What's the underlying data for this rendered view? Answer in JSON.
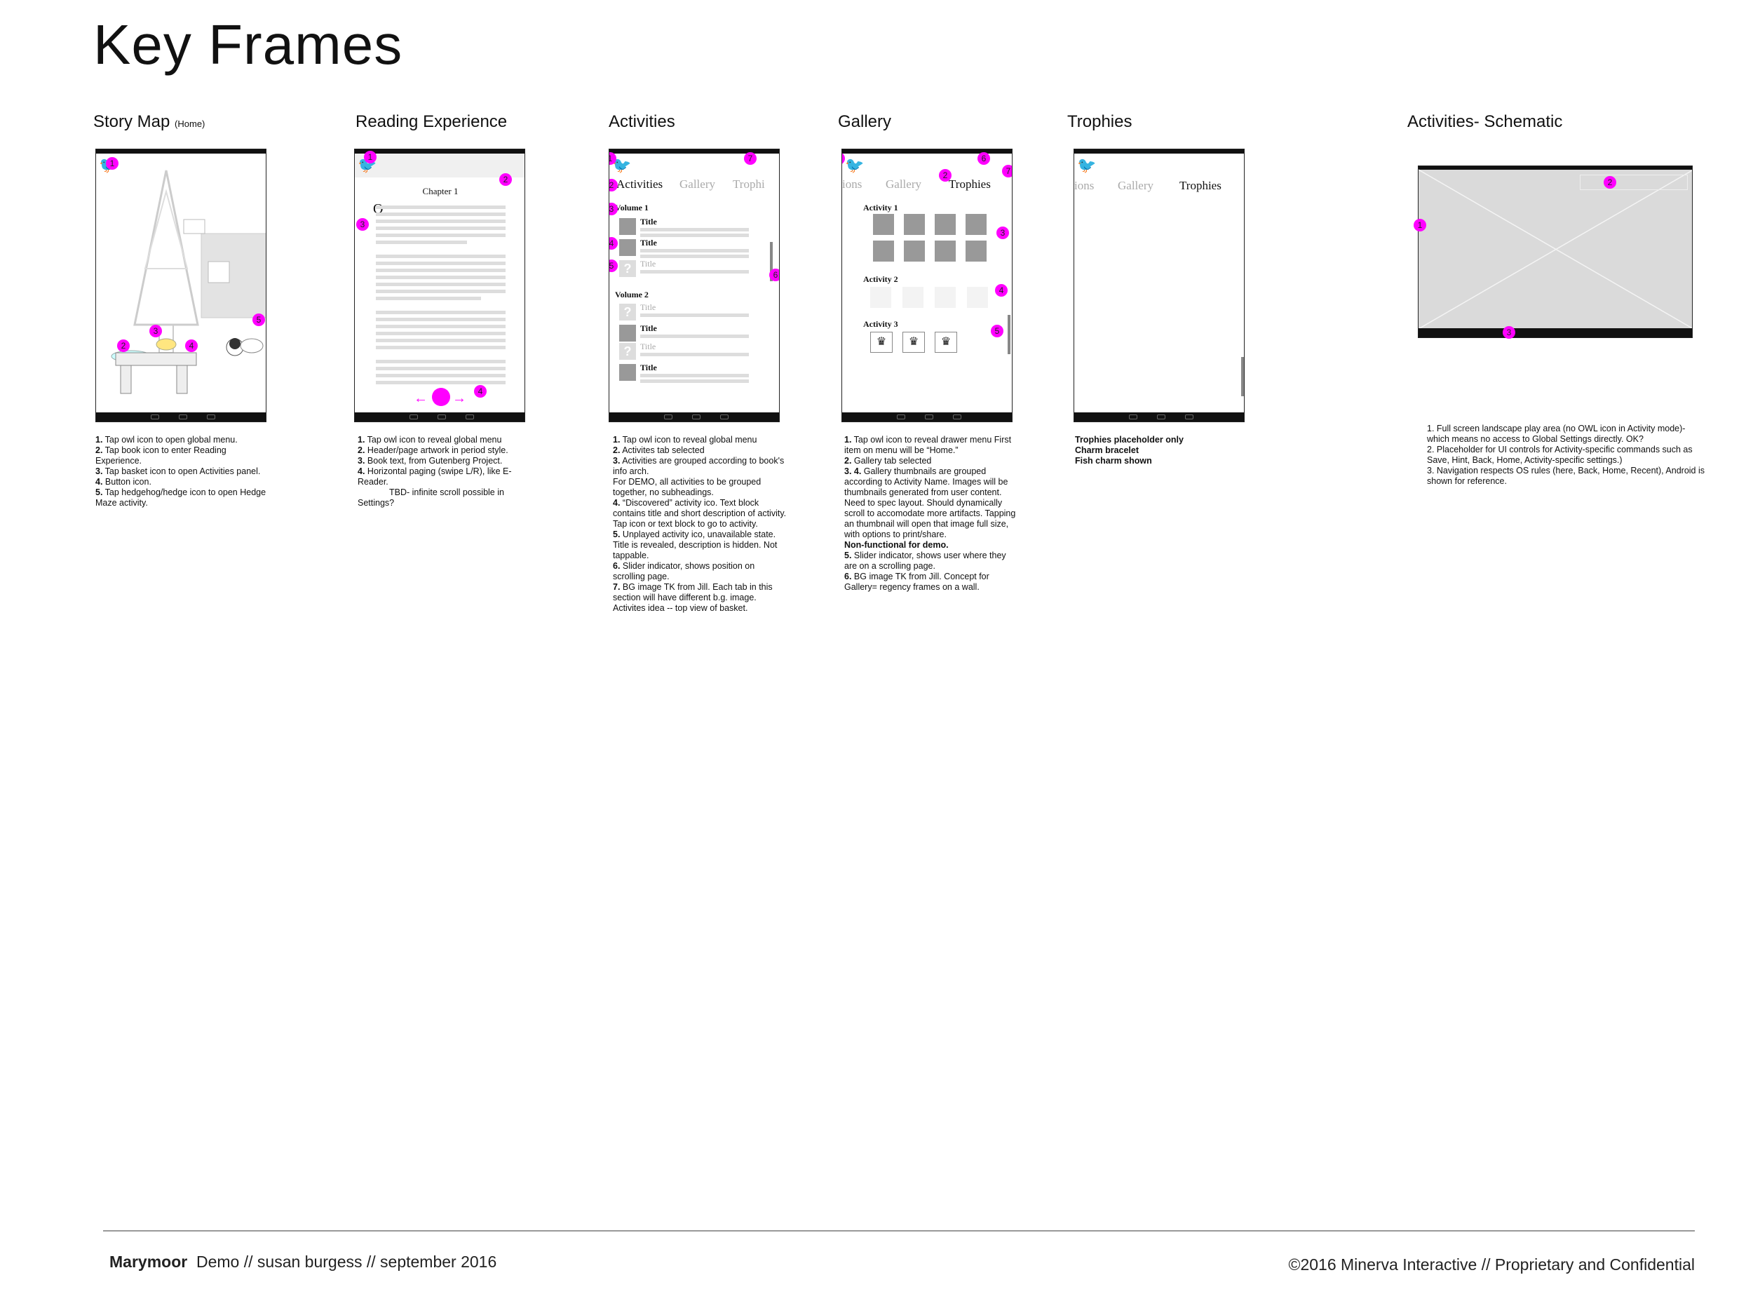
{
  "page_title": "Key Frames",
  "frames": [
    {
      "title": "Story Map",
      "subtitle": "(Home)"
    },
    {
      "title": "Reading Experience"
    },
    {
      "title": "Activities"
    },
    {
      "title": "Gallery"
    },
    {
      "title": "Trophies"
    },
    {
      "title": "Activities- Schematic"
    }
  ],
  "reading": {
    "chapter": "Chapter 1",
    "dropcap": "O"
  },
  "activities_screen": {
    "tabs": [
      "Activities",
      "Gallery",
      "Trophi"
    ],
    "volume1": "Volume 1",
    "volume2": "Volume 2",
    "item_title": "Title"
  },
  "gallery_screen": {
    "tabs": [
      "ions",
      "Gallery",
      "Trophies"
    ],
    "activity1": "Activity 1",
    "activity2": "Activity 2",
    "activity3": "Activity 3"
  },
  "trophies_screen": {
    "tabs": [
      "ions",
      "Gallery",
      "Trophies"
    ]
  },
  "notes": {
    "story_map": [
      {
        "n": "1.",
        "t": " Tap owl icon to open global menu."
      },
      {
        "n": "2.",
        "t": " Tap book icon to enter Reading Experience."
      },
      {
        "n": "3.",
        "t": " Tap basket icon to open Activities panel."
      },
      {
        "n": "4.",
        "t": " Button icon."
      },
      {
        "n": "5.",
        "t": " Tap hedgehog/hedge icon to open Hedge Maze activity."
      }
    ],
    "reading": [
      {
        "n": "1.",
        "t": "  Tap owl icon to reveal global menu"
      },
      {
        "n": "2.",
        "t": " Header/page artwork in period style."
      },
      {
        "n": "3.",
        "t": " Book text, from Gutenberg Project."
      },
      {
        "n": "4.",
        "t": " Horizontal paging (swipe L/R), like E-Reader."
      },
      {
        "n": "",
        "t": "TBD- infinite scroll possible in Settings?"
      }
    ],
    "activities": [
      {
        "n": "1.",
        "t": " Tap owl icon to reveal global menu"
      },
      {
        "n": "2.",
        "t": " Activites tab selected"
      },
      {
        "n": "3.",
        "t": " Activities  are grouped according to book's info arch."
      },
      {
        "n": "",
        "t": "For DEMO, all activities to be grouped together, no subheadings."
      },
      {
        "n": "4.",
        "t": " “Discovered” activity ico. Text block contains title and short description of activity. Tap icon or text block to go to activity."
      },
      {
        "n": "5.",
        "t": " Unplayed activity ico, unavailable state. Title is revealed, description is hidden. Not tappable."
      },
      {
        "n": "6.",
        "t": " Slider indicator, shows position on scrolling page."
      },
      {
        "n": "7.",
        "t": " BG image TK from Jill. Each tab in this section will have different b.g. image. Activites idea -- top view of basket."
      }
    ],
    "gallery": [
      {
        "n": "1.",
        "t": " Tap owl icon to reveal drawer menu First item on menu will be “Home.”"
      },
      {
        "n": "2.",
        "t": " Gallery tab selected"
      },
      {
        "n": "3. 4.",
        "t": " Gallery thumbnails are grouped according to Activity Name. Images will be thumbnails generated from user content. Need to spec layout. Should dynamically scroll to accomodate more artifacts. Tapping an thumbnail will open that image full size, with options to print/share."
      },
      {
        "n": "Non-functional for demo.",
        "t": ""
      },
      {
        "n": "5.",
        "t": " Slider indicator, shows user where they are on a scrolling page."
      },
      {
        "n": "6.",
        "t": " BG image TK from Jill. Concept for Gallery= regency frames on a wall."
      }
    ],
    "trophies": [
      {
        "n": "Trophies placeholder only",
        "t": ""
      },
      {
        "n": "Charm bracelet",
        "t": ""
      },
      {
        "n": "Fish charm shown",
        "t": ""
      }
    ],
    "schematic": [
      {
        "n": "",
        "t": "1. Full screen landscape play area (no OWL icon in Activity mode)- which means no access to Global Settings directly. OK?"
      },
      {
        "n": "",
        "t": "2. Placeholder for UI controls for Activity-specific commands such as Save, Hint, Back, Home, Activity-specific settings.)"
      },
      {
        "n": "",
        "t": "3. Navigation respects OS rules (here, Back, Home, Recent), Android is shown for reference."
      }
    ]
  },
  "footer": {
    "brand": "Marymoor",
    "left_rest": "  Demo // susan burgess // september 2016",
    "right": "©2016 Minerva Interactive // Proprietary and Confidential"
  },
  "annotation_color": "#ff00ff"
}
